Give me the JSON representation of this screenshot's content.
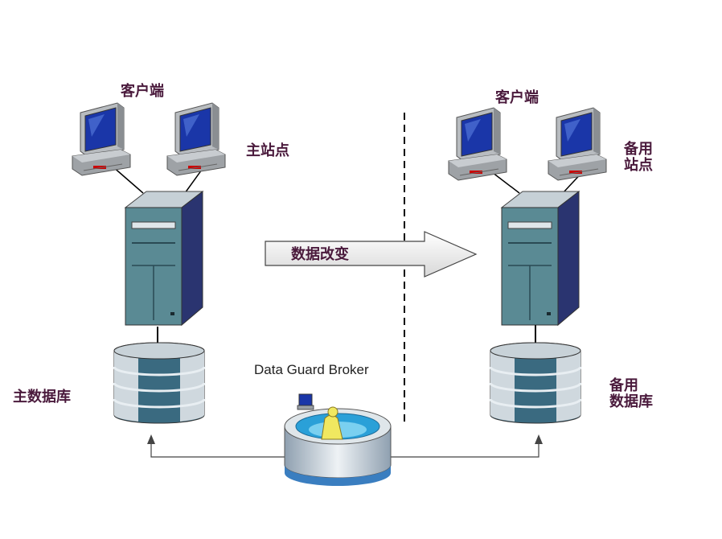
{
  "primary": {
    "client_label": "客户端",
    "site_label": "主站点",
    "db_label": "主数据库"
  },
  "standby": {
    "client_label": "客户端",
    "site_label_1": "备用",
    "site_label_2": "站点",
    "db_label_1": "备用",
    "db_label_2": "数据库"
  },
  "flow": {
    "change_label": "数据改变"
  },
  "broker": {
    "label": "Data Guard Broker"
  }
}
